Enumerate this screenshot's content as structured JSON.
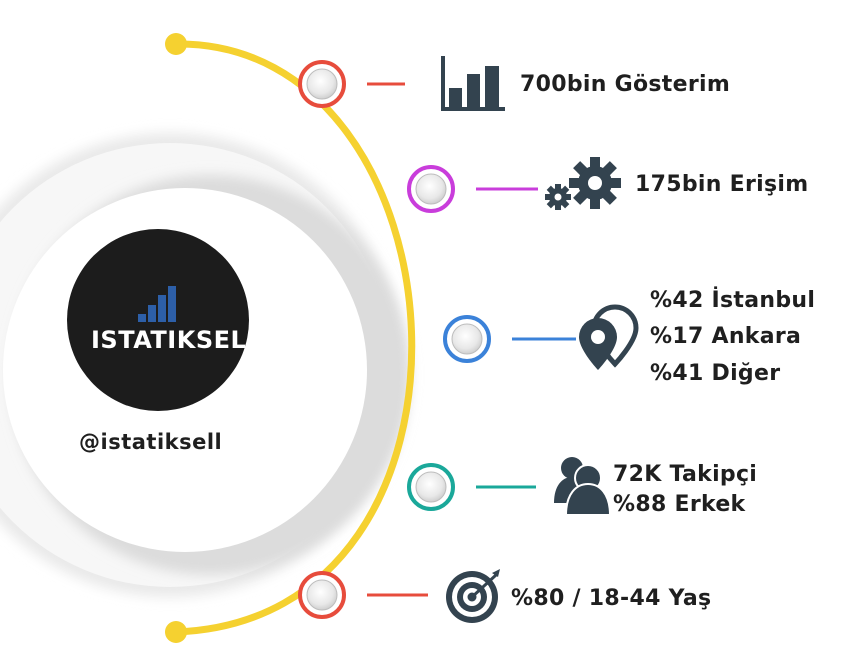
{
  "brand": {
    "logo_text": "ISTATIKSELL",
    "handle": "@istatiksell",
    "logo_bg": "#1c1c1c",
    "logo_bars": "#2d5fa8"
  },
  "colors": {
    "arc": "#f5d130",
    "icon": "#33434f"
  },
  "items": [
    {
      "lines": [
        "700bin Gösterim"
      ],
      "icon": "bar-chart-icon",
      "color": "#e74c3c"
    },
    {
      "lines": [
        "175bin Erişim"
      ],
      "icon": "gears-icon",
      "color": "#c93ddb"
    },
    {
      "lines": [
        "%42 İstanbul",
        "%17 Ankara",
        "%41 Diğer"
      ],
      "icon": "location-pins-icon",
      "color": "#3b82d9"
    },
    {
      "lines": [
        "72K Takipçi",
        "%88 Erkek"
      ],
      "icon": "users-icon",
      "color": "#1aa89a"
    },
    {
      "lines": [
        "%80 / 18-44 Yaş"
      ],
      "icon": "target-icon",
      "color": "#e74c3c"
    }
  ]
}
